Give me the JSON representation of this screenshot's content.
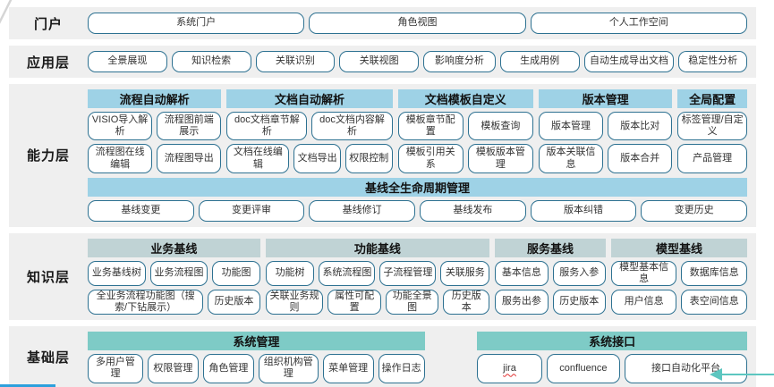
{
  "colors": {
    "band_bg": "#efefef",
    "header_blue": "#9ed2e6",
    "header_gray": "#c0d3d5",
    "header_teal": "#7ecbc6",
    "pill_border": "#2d7191",
    "bottom_line_blue": "#2da0dc",
    "arrow_teal": "#5cc6c0",
    "corner_line_gray": "#d5d5d5"
  },
  "decorations": {
    "corner_line": "diagonal-gray-line",
    "bottom_accent": "blue-line",
    "arrow": "left-pointing-teal-arrow"
  },
  "layers": [
    {
      "id": "portal",
      "label": "门户",
      "blocks": [
        {
          "groups": [
            {
              "flex": 1,
              "rows": [
                [
                  {
                    "t": "系统门户"
                  },
                  {
                    "t": "角色视图"
                  },
                  {
                    "t": "个人工作空间"
                  }
                ]
              ]
            }
          ]
        }
      ]
    },
    {
      "id": "application",
      "label": "应用层",
      "blocks": [
        {
          "groups": [
            {
              "flex": 1,
              "rows": [
                [
                  {
                    "t": "全景展现"
                  },
                  {
                    "t": "知识检索"
                  },
                  {
                    "t": "关联识别"
                  },
                  {
                    "t": "关联视图"
                  },
                  {
                    "t": "影响度分析",
                    "f": 0.9
                  },
                  {
                    "t": "生成用例"
                  },
                  {
                    "t": "自动生成导出文档",
                    "f": 1.15
                  },
                  {
                    "t": "稳定性分析",
                    "f": 0.85
                  }
                ]
              ]
            }
          ]
        }
      ]
    },
    {
      "id": "capability",
      "label": "能力层",
      "blocks": [
        {
          "groups": [
            {
              "header": "流程自动解析",
              "hc": "blue",
              "flex": 150,
              "rows": [
                [
                  {
                    "t": "VISIO导入解析"
                  },
                  {
                    "t": "流程图前端展示"
                  }
                ],
                [
                  {
                    "t": "流程图在线编辑"
                  },
                  {
                    "t": "流程图导出"
                  }
                ]
              ]
            },
            {
              "header": "文档自动解析",
              "hc": "blue",
              "flex": 186,
              "rows": [
                [
                  {
                    "t": "doc文档章节解析"
                  },
                  {
                    "t": "doc文档内容解析"
                  }
                ],
                [
                  {
                    "t": "文档在线编辑",
                    "f": 1.25
                  },
                  {
                    "t": "文档导出",
                    "f": 0.9
                  },
                  {
                    "t": "权限控制",
                    "f": 0.9
                  }
                ]
              ]
            },
            {
              "header": "文档模板自定义",
              "hc": "blue",
              "flex": 152,
              "rows": [
                [
                  {
                    "t": "模板章节配置"
                  },
                  {
                    "t": "模板查询"
                  }
                ],
                [
                  {
                    "t": "模板引用关系"
                  },
                  {
                    "t": "模板版本管理"
                  }
                ]
              ]
            },
            {
              "header": "版本管理",
              "hc": "blue",
              "flex": 150,
              "rows": [
                [
                  {
                    "t": "版本管理"
                  },
                  {
                    "t": "版本比对"
                  }
                ],
                [
                  {
                    "t": "版本关联信息"
                  },
                  {
                    "t": "版本合并"
                  }
                ]
              ]
            },
            {
              "header": "全局配置",
              "hc": "blue",
              "flex": 78,
              "rows": [
                [
                  {
                    "t": "标签管理/自定义"
                  }
                ],
                [
                  {
                    "t": "产品管理"
                  }
                ]
              ]
            }
          ]
        },
        {
          "groups": [
            {
              "header": "基线全生命周期管理",
              "hc": "blue",
              "flex": 1,
              "rows": [
                [
                  {
                    "t": "基线变更"
                  },
                  {
                    "t": "变更评审"
                  },
                  {
                    "t": "基线修订"
                  },
                  {
                    "t": "基线发布"
                  },
                  {
                    "t": "版本纠错"
                  },
                  {
                    "t": "变更历史"
                  }
                ]
              ]
            }
          ]
        }
      ]
    },
    {
      "id": "knowledge",
      "label": "知识层",
      "blocks": [
        {
          "groups": [
            {
              "header": "业务基线",
              "hc": "gray",
              "flex": 190,
              "rows": [
                [
                  {
                    "t": "业务基线树"
                  },
                  {
                    "t": "业务流程图"
                  },
                  {
                    "t": "功能图",
                    "f": 0.8
                  }
                ],
                [
                  {
                    "t": "全业务流程功能图（搜索/下钻展示）",
                    "f": 2.4
                  },
                  {
                    "t": "历史版本"
                  }
                ]
              ]
            },
            {
              "header": "功能基线",
              "hc": "gray",
              "flex": 247,
              "rows": [
                [
                  {
                    "t": "功能树",
                    "f": 0.85
                  },
                  {
                    "t": "系统流程图"
                  },
                  {
                    "t": "子流程管理"
                  },
                  {
                    "t": "关联服务",
                    "f": 0.85
                  }
                ],
                [
                  {
                    "t": "关联业务规则",
                    "f": 1.1
                  },
                  {
                    "t": "属性可配置"
                  },
                  {
                    "t": "功能全景图"
                  },
                  {
                    "t": "历史版本",
                    "f": 0.85
                  }
                ]
              ]
            },
            {
              "header": "服务基线",
              "hc": "gray",
              "flex": 122,
              "rows": [
                [
                  {
                    "t": "基本信息"
                  },
                  {
                    "t": "服务入参"
                  }
                ],
                [
                  {
                    "t": "服务出参"
                  },
                  {
                    "t": "历史版本"
                  }
                ]
              ]
            },
            {
              "header": "模型基线",
              "hc": "gray",
              "flex": 150,
              "rows": [
                [
                  {
                    "t": "模型基本信息"
                  },
                  {
                    "t": "数据库信息"
                  }
                ],
                [
                  {
                    "t": "用户信息"
                  },
                  {
                    "t": "表空间信息"
                  }
                ]
              ]
            }
          ]
        }
      ]
    },
    {
      "id": "foundation",
      "label": "基础层",
      "blocks": [
        {
          "groups": [
            {
              "header": "系统管理",
              "hc": "teal",
              "flex": 372,
              "rows": [
                [
                  {
                    "t": "多用户管理",
                    "f": 1.1
                  },
                  {
                    "t": "权限管理"
                  },
                  {
                    "t": "角色管理"
                  },
                  {
                    "t": "组织机构管理",
                    "f": 1.2
                  },
                  {
                    "t": "菜单管理"
                  },
                  {
                    "t": "操作日志",
                    "f": 0.9
                  }
                ]
              ]
            },
            {
              "spacer": true,
              "flex": 46
            },
            {
              "header": "系统接口",
              "hc": "teal",
              "flex": 298,
              "rows": [
                [
                  {
                    "t": "jira",
                    "spell": true
                  },
                  {
                    "t": "confluence",
                    "f": 1.15
                  },
                  {
                    "t": "接口自动化平台",
                    "f": 2
                  }
                ]
              ]
            }
          ]
        }
      ]
    }
  ]
}
